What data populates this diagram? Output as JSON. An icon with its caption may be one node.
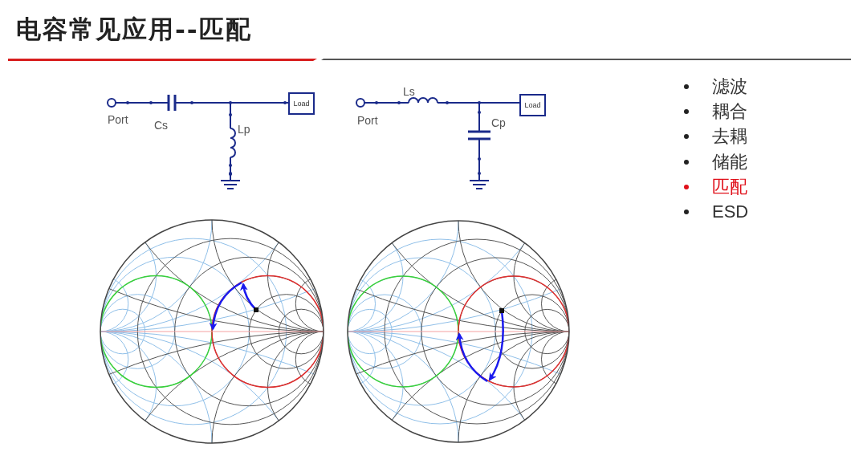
{
  "diagram": {
    "title": "电容常见应用--匹配",
    "nodes": [
      {
        "text": [
          "Load"
        ]
      },
      {
        "text": [
          "Load"
        ]
      }
    ],
    "labels": [
      "Port",
      "Cs",
      "Lp",
      "Port",
      "Ls",
      "Cp",
      "滤波",
      "耦合",
      "去耦",
      "储能",
      "匹配",
      "ESD"
    ]
  }
}
